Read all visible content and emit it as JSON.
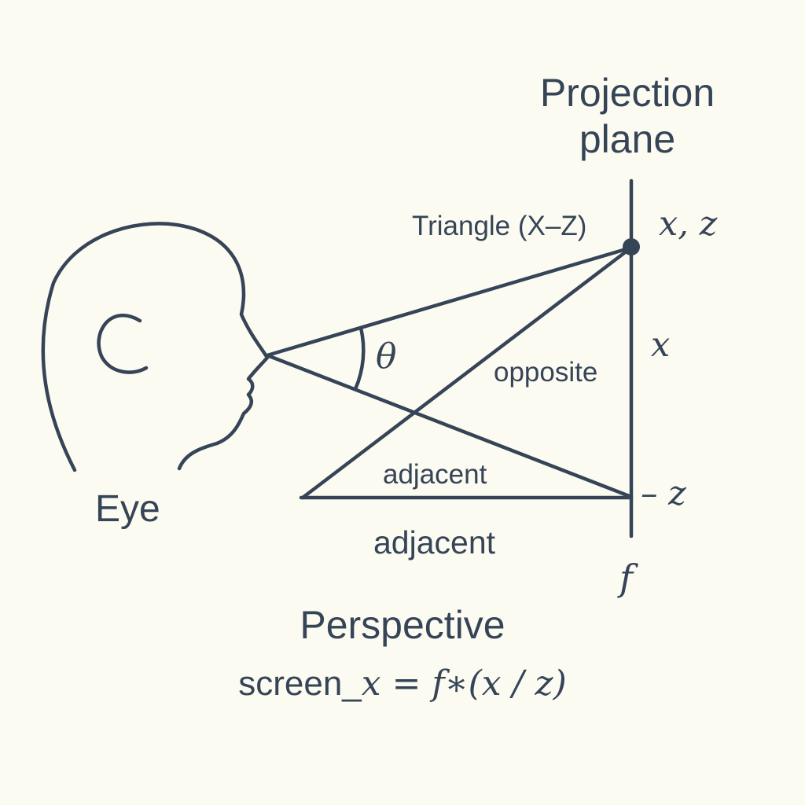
{
  "labels": {
    "projection_plane_line1": "Projection",
    "projection_plane_line2": "plane",
    "triangle": "Triangle (X–Z)",
    "point_coords": "x, z",
    "theta": "θ",
    "opposite": "opposite",
    "x_side": "x",
    "adjacent_inner": "adjacent",
    "adjacent_outer": "adjacent",
    "z_mark": "– z",
    "f_mark": "f",
    "eye": "Eye",
    "perspective": "Perspective",
    "formula_prefix": "screen_",
    "formula_math": "x = f∗(x / z)"
  },
  "icons": {
    "head": "head-profile-icon"
  },
  "colors": {
    "background": "#fcfbf1",
    "ink": "#364457"
  }
}
